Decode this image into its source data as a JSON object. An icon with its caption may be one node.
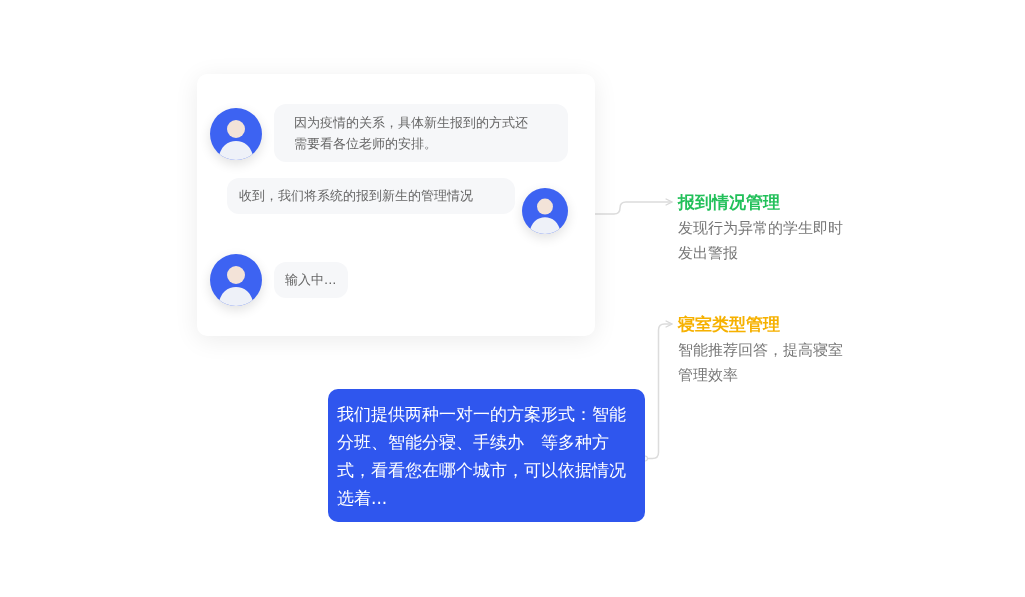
{
  "diagram": {
    "nodes": [
      {
        "text": [],
        "shape": "box"
      },
      {
        "text": [],
        "shape": "person",
        "in": 0
      },
      {
        "text": [
          "因为疫情的关系，具体新生报到的方式还需要看各位老师的安排。"
        ],
        "in": 0
      },
      {
        "text": [
          "收到，我们将系统的报到新生的管理情况"
        ],
        "in": 0
      },
      {
        "text": [],
        "shape": "person",
        "in": 0
      },
      {
        "text": [],
        "shape": "person",
        "in": 0
      },
      {
        "text": [
          "输入中..."
        ],
        "in": 0
      },
      {
        "text": [
          "报到情况管理",
          "发现行为异常的学生即时发出警报"
        ]
      },
      {
        "text": [
          "我们提供两种一对一的方案形式：智能分班、智能分寝、手续办　等多种方式，看看您在哪个城市，可以依据情况选着..."
        ]
      },
      {
        "text": [
          "寝室类型管理",
          "智能推荐回答，提高寝室管理效率"
        ]
      }
    ],
    "edges": [
      {
        "from": 4,
        "to": 7,
        "arrow": "to"
      },
      {
        "from": 8,
        "to": 9,
        "arrow": "to"
      }
    ]
  }
}
